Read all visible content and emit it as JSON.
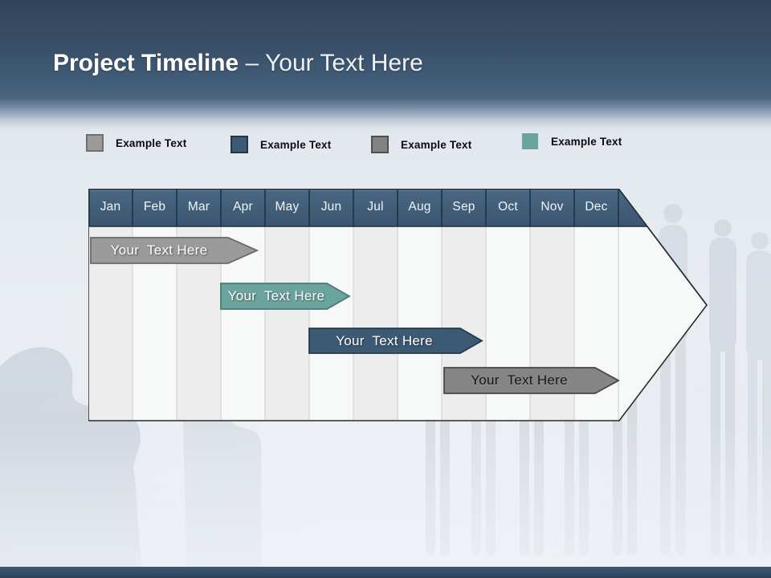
{
  "slide": {
    "title_bold": "Project Timeline ",
    "title_light": "– Your Text Here"
  },
  "legend": {
    "items": [
      {
        "label": "Example Text",
        "color": "#9b9b9b",
        "border": "#6f6f6f"
      },
      {
        "label": "Example Text",
        "color": "#3e5a74",
        "border": "#23364a"
      },
      {
        "label": "Example Text",
        "color": "#828282",
        "border": "#4f4f4f"
      },
      {
        "label": "Example Text",
        "color": "#6ca39e",
        "border": "#41686"
      }
    ]
  },
  "timeline": {
    "months": [
      "Jan",
      "Feb",
      "Mar",
      "Apr",
      "May",
      "Jun",
      "Jul",
      "Aug",
      "Sep",
      "Oct",
      "Nov",
      "Dec"
    ],
    "header_color_top": "#4a6784",
    "header_color_bottom": "#3a566f",
    "body_fill": "#f7f8f8",
    "alt_column_fill": "#ededee",
    "outline_color": "#2b2b2b",
    "bars": [
      {
        "label": "Your  Text Here",
        "color": "#9b9b9b",
        "border": "#6a6a6a",
        "text_style": "lite"
      },
      {
        "label": "Your  Text Here",
        "color": "#6ba49f",
        "border": "#497a75",
        "text_style": "lite"
      },
      {
        "label": "Your  Text Here",
        "color": "#3d5a75",
        "border": "#263a4e",
        "text_style": "lite"
      },
      {
        "label": "Your  Text Here",
        "color": "#858585",
        "border": "#474747",
        "text_style": "dark"
      }
    ]
  }
}
